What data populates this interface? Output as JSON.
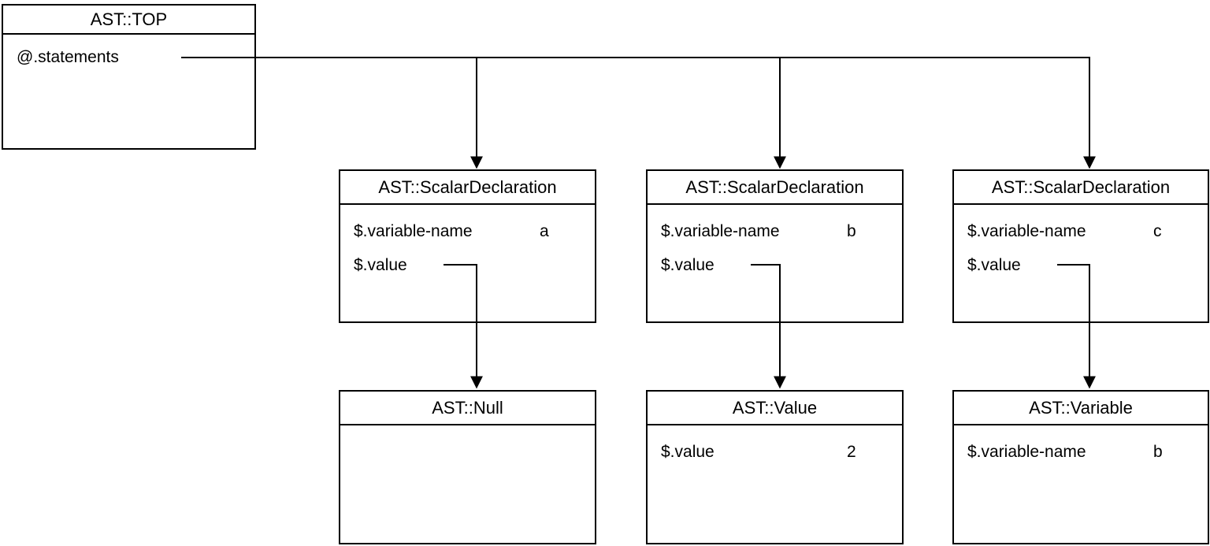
{
  "nodes": {
    "top": {
      "title": "AST::TOP",
      "fields": [
        {
          "label": "@.statements",
          "value": ""
        }
      ]
    },
    "scalar_decl_a": {
      "title": "AST::ScalarDeclaration",
      "fields": [
        {
          "label": "$.variable-name",
          "value": "a"
        },
        {
          "label": "$.value",
          "value": ""
        }
      ]
    },
    "scalar_decl_b": {
      "title": "AST::ScalarDeclaration",
      "fields": [
        {
          "label": "$.variable-name",
          "value": "b"
        },
        {
          "label": "$.value",
          "value": ""
        }
      ]
    },
    "scalar_decl_c": {
      "title": "AST::ScalarDeclaration",
      "fields": [
        {
          "label": "$.variable-name",
          "value": "c"
        },
        {
          "label": "$.value",
          "value": ""
        }
      ]
    },
    "null_node": {
      "title": "AST::Null",
      "fields": []
    },
    "value_node": {
      "title": "AST::Value",
      "fields": [
        {
          "label": "$.value",
          "value": "2"
        }
      ]
    },
    "variable_node": {
      "title": "AST::Variable",
      "fields": [
        {
          "label": "$.variable-name",
          "value": "b"
        }
      ]
    }
  },
  "edges": [
    {
      "from": "top.@.statements",
      "to": "scalar_decl_a"
    },
    {
      "from": "top.@.statements",
      "to": "scalar_decl_b"
    },
    {
      "from": "top.@.statements",
      "to": "scalar_decl_c"
    },
    {
      "from": "scalar_decl_a.$.value",
      "to": "null_node"
    },
    {
      "from": "scalar_decl_b.$.value",
      "to": "value_node"
    },
    {
      "from": "scalar_decl_c.$.value",
      "to": "variable_node"
    }
  ],
  "colors": {
    "line": "#000000",
    "background": "#ffffff",
    "text": "#000000"
  }
}
